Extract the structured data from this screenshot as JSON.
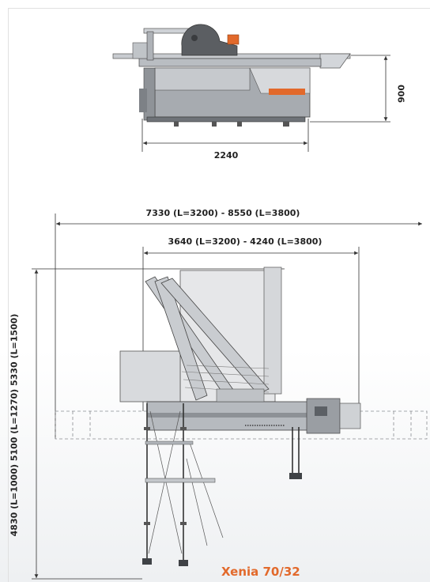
{
  "product": {
    "name": "Xenia 70/32",
    "brand_color": "#e2692b"
  },
  "dimensions": {
    "height": "900",
    "length": "2240",
    "total_length": "7330 (L=3200) - 8550 (L=3800)",
    "carriage_length": "3640 (L=3200) - 4240 (L=3800)",
    "depth": "4830 (L=1000) 5100 (L=1270) 5330 (L=1500)"
  }
}
